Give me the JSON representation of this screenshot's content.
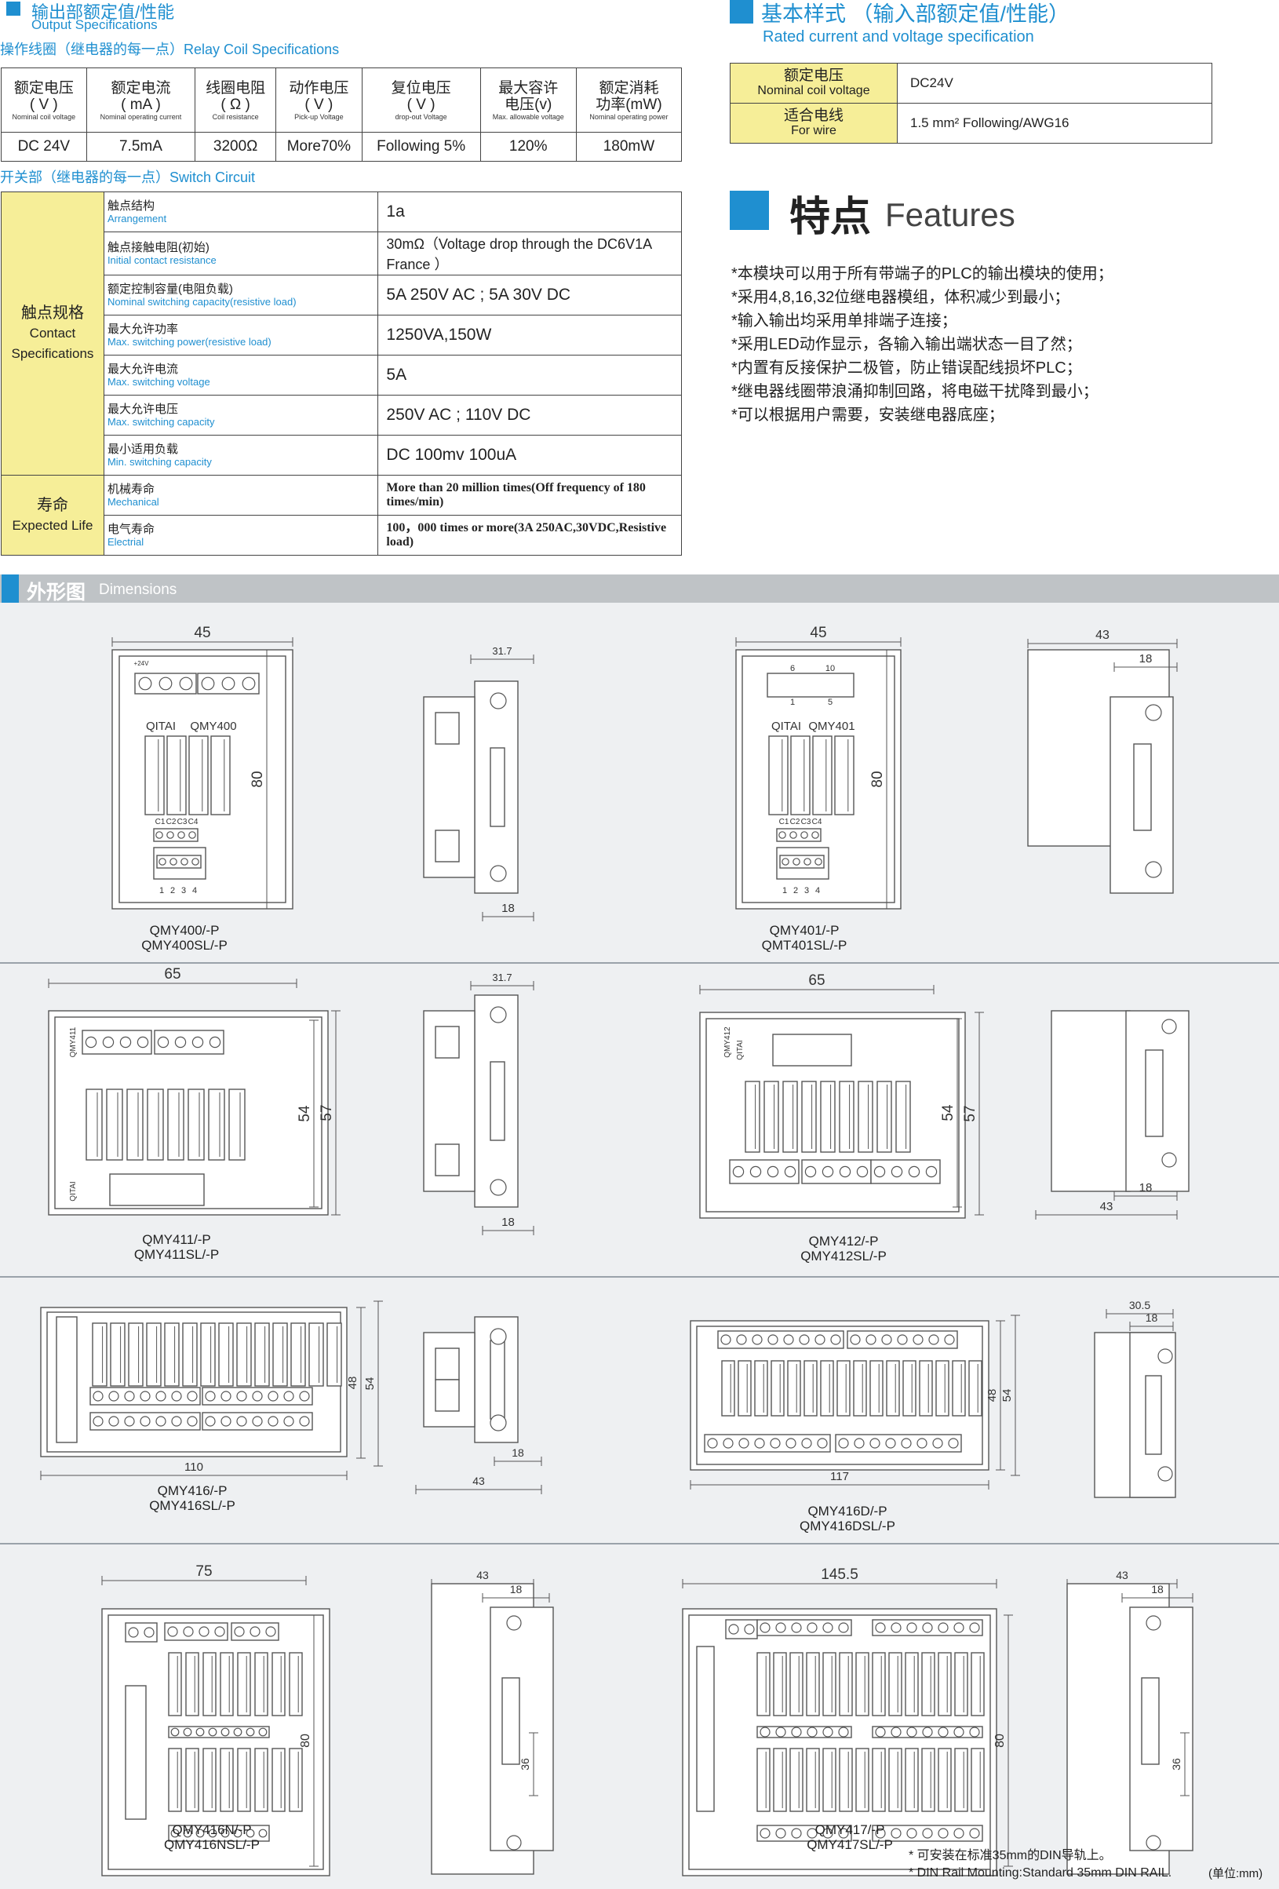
{
  "output": {
    "title_cn": "输出部额定值/性能",
    "title_en": "Output Specifications",
    "coil_title": "操作线圈（继电器的每一点）Relay Coil Specifications",
    "coil_headers": [
      {
        "cn1": "额定电压",
        "cn2": "( V )",
        "en": "Nominal coil voltage"
      },
      {
        "cn1": "额定电流",
        "cn2": "( mA )",
        "en": "Nominal operating current"
      },
      {
        "cn1": "线圈电阻",
        "cn2": "( Ω )",
        "en": "Coil resistance"
      },
      {
        "cn1": "动作电压",
        "cn2": "( V )",
        "en": "Pick-up Voltage"
      },
      {
        "cn1": "复位电压",
        "cn2": "( V )",
        "en": "drop-out Voltage"
      },
      {
        "cn1": "最大容许",
        "cn2": "电压(v)",
        "en": "Max. allowable voltage"
      },
      {
        "cn1": "额定消耗",
        "cn2": "功率(mW)",
        "en": "Nominal operating power"
      }
    ],
    "coil_values": [
      "DC 24V",
      "7.5mA",
      "3200Ω",
      "More70%",
      "Following 5%",
      "120%",
      "180mW"
    ],
    "switch_title": "开关部（继电器的每一点）Switch Circuit",
    "contact_group": {
      "cn": "触点规格",
      "en1": "Contact",
      "en2": "Specifications"
    },
    "life_group": {
      "cn": "寿命",
      "en": "Expected Life"
    },
    "switch_rows": [
      {
        "cn": "触点结构",
        "en": "Arrangement",
        "value": "1a"
      },
      {
        "cn": "触点接触电阻(初始)",
        "en": "Initial contact resistance",
        "value": "30mΩ（Voltage drop through the DC6V1A France ）"
      },
      {
        "cn": "额定控制容量(电阻负载)",
        "en": "Nominal switching capacity(resistive load)",
        "value": "5A 250V AC ; 5A 30V DC"
      },
      {
        "cn": "最大允许功率",
        "en": "Max. switching power(resistive load)",
        "value": "1250VA,150W"
      },
      {
        "cn": "最大允许电流",
        "en": "Max. switching voltage",
        "value": "5A"
      },
      {
        "cn": "最大允许电压",
        "en": "Max. switching capacity",
        "value": "250V AC ; 110V DC"
      },
      {
        "cn": "最小适用负载",
        "en": "Min. switching capacity",
        "value": "DC 100mv 100uA"
      }
    ],
    "life_rows": [
      {
        "cn": "机械寿命",
        "en": "Mechanical",
        "value": "More than 20 million times(Off frequency of 180 times/min)"
      },
      {
        "cn": "电气寿命",
        "en": "Electrial",
        "value": "100，000 times or more(3A 250AC,30VDC,Resistive load)"
      }
    ]
  },
  "basic": {
    "title_cn": "基本样式 （输入部额定值/性能）",
    "title_en": "Rated current and voltage specification",
    "rows": [
      {
        "cn": "额定电压",
        "en": "Nominal coil voltage",
        "value": "DC24V"
      },
      {
        "cn": "适合电线",
        "en": "For wire",
        "value": "1.5 mm² Following/AWG16"
      }
    ]
  },
  "features": {
    "title_cn": "特点",
    "title_en": "Features",
    "items": [
      "*本模块可以用于所有带端子的PLC的输出模块的使用；",
      "*采用4,8,16,32位继电器模组，体积减少到最小；",
      "*输入输出均采用单排端子连接；",
      "*采用LED动作显示，各输入输出端状态一目了然；",
      "*内置有反接保护二极管，防止错误配线损坏PLC；",
      "*继电器线圈带浪涌抑制回路，将电磁干扰降到最小；",
      "*可以根据用户需要，安装继电器底座；"
    ]
  },
  "dimensions": {
    "title_cn": "外形图",
    "title_en": "Dimensions",
    "models": [
      {
        "id": "qmy400",
        "cap1": "QMY400/-P",
        "cap2": "QMY400SL/-P",
        "brand": "QITAI",
        "model": "QMY400",
        "w": "45",
        "h": "80"
      },
      {
        "id": "qmy401",
        "cap1": "QMY401/-P",
        "cap2": "QMT401SL/-P",
        "brand": "QITAI",
        "model": "QMY401",
        "w": "45",
        "h": "80"
      },
      {
        "id": "qmy411",
        "cap1": "QMY411/-P",
        "cap2": "QMY411SL/-P",
        "brand": "QITAI",
        "model": "QMY411",
        "w": "65",
        "h1": "54",
        "h2": "57"
      },
      {
        "id": "qmy412",
        "cap1": "QMY412/-P",
        "cap2": "QMY412SL/-P",
        "brand": "QITAI",
        "model": "QMY412",
        "w": "65",
        "h1": "54",
        "h2": "57"
      },
      {
        "id": "qmy416",
        "cap1": "QMY416/-P",
        "cap2": "QMY416SL/-P",
        "w": "110",
        "h1": "48",
        "h2": "54"
      },
      {
        "id": "qmy416d",
        "cap1": "QMY416D/-P",
        "cap2": "QMY416DSL/-P",
        "w": "117",
        "h1": "48",
        "h2": "54"
      },
      {
        "id": "qmy416n",
        "cap1": "QMY416N/-P",
        "cap2": "QMY416NSL/-P",
        "w": "75",
        "h": "80"
      },
      {
        "id": "qmy417",
        "cap1": "QMY417/-P",
        "cap2": "QMY417SL/-P",
        "w": "145.5",
        "h": "80"
      }
    ],
    "side_dims": {
      "a": "31.7",
      "b": "18",
      "c": "43",
      "d": "30.5",
      "e": "36"
    },
    "terminal_labels": [
      "C1",
      "C2",
      "C3",
      "C4"
    ],
    "terminal_nums": [
      "1",
      "2",
      "3",
      "4"
    ],
    "conn_nums": [
      "6",
      "10",
      "1",
      "5"
    ],
    "top_small": "+24V",
    "notes": {
      "line1": "* 可安装在标准35mm的DIN导轨上。",
      "line2": "* DIN Rail Mounting:Standard 35mm DIN RAIL.",
      "unit": "(单位:mm)"
    }
  }
}
